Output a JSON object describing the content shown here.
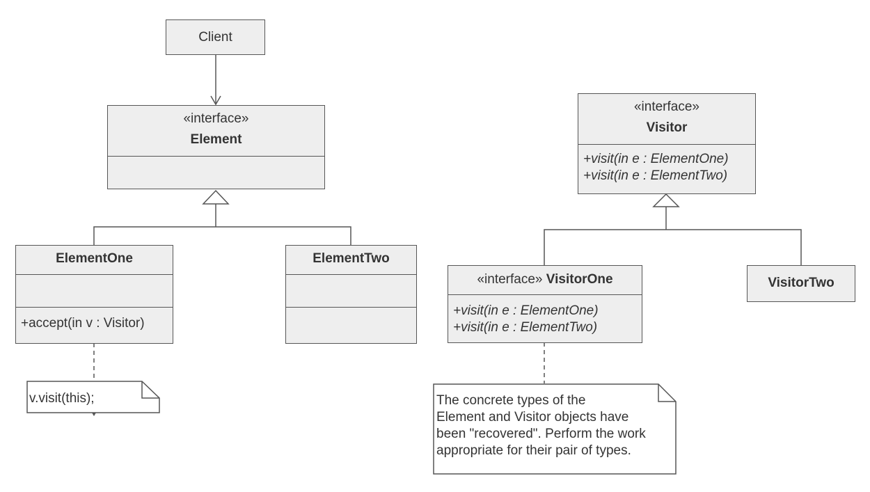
{
  "client": {
    "name": "Client"
  },
  "element": {
    "stereotype": "«interface»",
    "name": "Element"
  },
  "element_one": {
    "name": "ElementOne",
    "operation": "+accept(in v : Visitor)"
  },
  "element_two": {
    "name": "ElementTwo"
  },
  "visitor": {
    "stereotype": "«interface»",
    "name": "Visitor",
    "operations": [
      "+visit(in e : ElementOne)",
      "+visit(in e : ElementTwo)"
    ]
  },
  "visitor_one": {
    "stereotype": "«interface»",
    "name": "VisitorOne",
    "operations": [
      "+visit(in e : ElementOne)",
      "+visit(in e : ElementTwo)"
    ]
  },
  "visitor_two": {
    "name": "VisitorTwo"
  },
  "note_accept": {
    "text": "v.visit(this);"
  },
  "note_visit": {
    "lines": [
      "The concrete types of the",
      "Element and Visitor objects have",
      "been \"recovered\". Perform the work",
      "appropriate for their pair of types."
    ]
  },
  "colors": {
    "fill": "#eeeeee",
    "stroke": "#555555",
    "text": "#333333"
  }
}
